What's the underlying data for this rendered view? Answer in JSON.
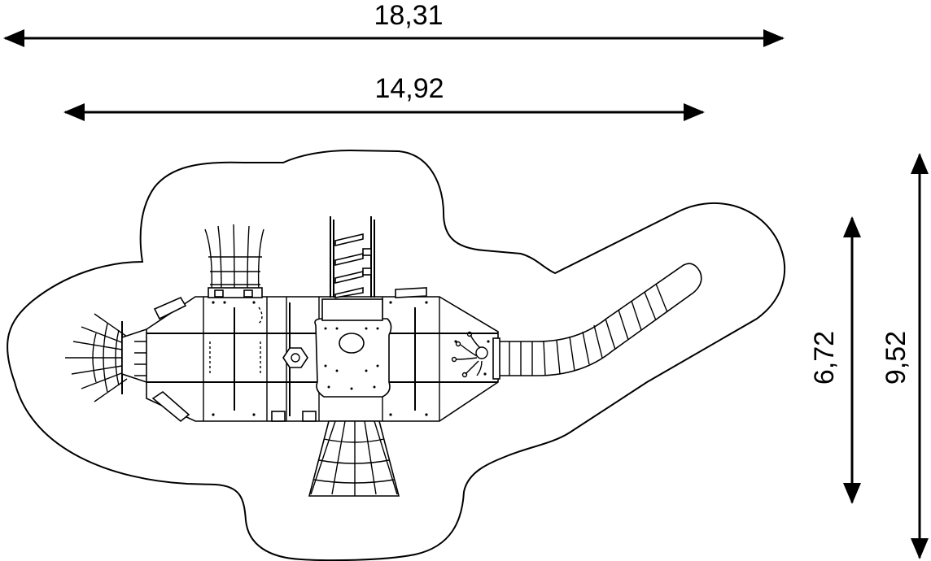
{
  "dimensions": {
    "overall_length": "18,31",
    "structure_length": "14,92",
    "structure_width": "6,72",
    "overall_width": "9,52"
  }
}
